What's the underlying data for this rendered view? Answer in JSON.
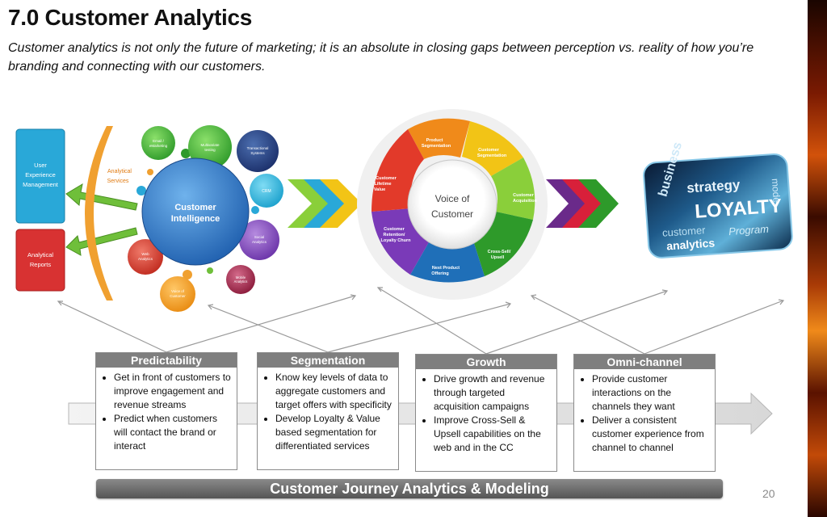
{
  "slide": {
    "title": "7.0 Customer Analytics",
    "subtitle": "Customer analytics is not only the future of marketing; it is an absolute in closing gaps between perception vs. reality of how you’re branding and connecting with our customers.",
    "page_number": "20"
  },
  "intelligence": {
    "center": "Customer Intelligence",
    "services_label": "Analytical Services",
    "outputs": [
      "User Experience Management",
      "Analytical Reports"
    ],
    "bubbles": [
      "Email / eMarketing",
      "Multivariate testing",
      "Transactional Systems",
      "CRM",
      "Social Analytics",
      "Mobile Analytics",
      "Voice of Customer",
      "Web Analytics"
    ]
  },
  "voice_cycle": {
    "center": "Voice of Customer",
    "segments": [
      "Product Segmentation",
      "Customer Segmentation",
      "Customer Acquisition",
      "Cross-Sell/ Upsell",
      "Next Product Offering",
      "Customer Retention/ Loyalty Churn",
      "Customer Lifetime Value"
    ]
  },
  "loyalty_image": {
    "words": [
      "business",
      "strategy",
      "LOYALTY",
      "customer",
      "analytics",
      "Program",
      "mode"
    ]
  },
  "pillars": [
    {
      "title": "Predictability",
      "bullets": [
        "Get in front of customers to improve engagement and revenue streams",
        "Predict when customers will contact the brand or interact"
      ]
    },
    {
      "title": "Segmentation",
      "bullets": [
        "Know key levels of data to aggregate customers and target offers with specificity",
        "Develop Loyalty & Value based segmentation for differentiated services"
      ]
    },
    {
      "title": "Growth",
      "bullets": [
        "Drive growth and revenue through targeted acquisition campaigns",
        "Improve Cross-Sell & Upsell capabilities on the web and in the CC"
      ]
    },
    {
      "title": "Omni-channel",
      "bullets": [
        "Provide customer interactions on the channels they want",
        "Deliver a consistent customer experience from channel to channel"
      ]
    }
  ],
  "footer": {
    "label": "Customer Journey Analytics & Modeling"
  },
  "colors": {
    "box_header": "#7f7f7f",
    "cyan_box": "#29a8d8",
    "red_box": "#d83232"
  }
}
